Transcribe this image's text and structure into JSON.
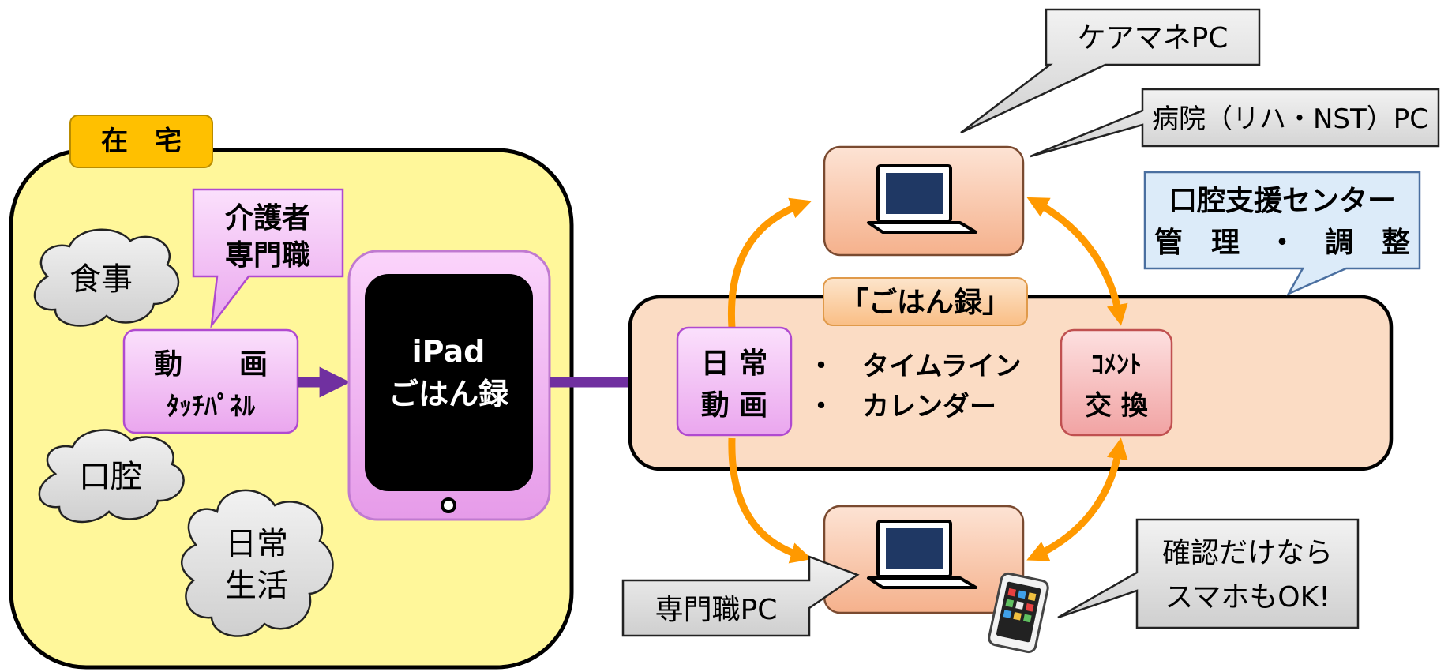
{
  "home": {
    "tag": "在　宅",
    "caregiver": [
      "介護者",
      "専門職"
    ],
    "cloud_meal": "食事",
    "cloud_mouth": "口腔",
    "cloud_daily": [
      "日常",
      "生活"
    ],
    "touch_box": [
      "動　　画",
      "ﾀｯﾁﾊﾟﾈﾙ"
    ],
    "ipad": [
      "iPad",
      "ごはん録"
    ]
  },
  "center": {
    "gohan_label": "「ごはん録」",
    "daily_video": [
      "日 常",
      "動 画"
    ],
    "bullets": [
      "タイムライン",
      "カレンダー"
    ],
    "bullet_mark": "・",
    "comment": [
      "ｺﾒﾝﾄ",
      "交 換"
    ]
  },
  "callouts": {
    "caremanager_pc": "ケアマネPC",
    "hospital_pc": "病院（リハ・NST）PC",
    "oral_center": [
      "口腔支援センター",
      "管　理　・　調　整"
    ],
    "specialist_pc": "専門職PC",
    "smartphone": [
      "確認だけなら",
      "スマホもOK!"
    ]
  },
  "colors": {
    "home_bg": "#fff79a",
    "tag_bg": "#ffc000",
    "pink_box": "#f2b8f5",
    "pink_border": "#b04ad0",
    "arrow_purple": "#7030a0",
    "arrow_orange": "#ff9900",
    "center_bg": "#fbdcc4",
    "comment_bg": "#f7b6b6",
    "pc_box": "#f9c1a4",
    "callout_gray": "#d9d9d9",
    "callout_blue": "#dcebf9"
  }
}
